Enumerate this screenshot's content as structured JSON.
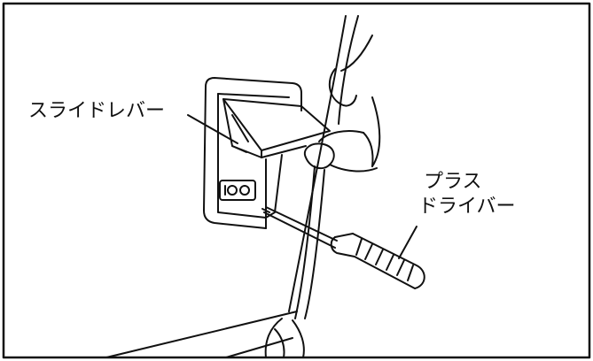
{
  "labels": {
    "slide_lever": "スライドレバー",
    "screwdriver_line1": "プラス",
    "screwdriver_line2": "ドライバー"
  },
  "colors": {
    "line": "#111111",
    "background": "#ffffff"
  }
}
